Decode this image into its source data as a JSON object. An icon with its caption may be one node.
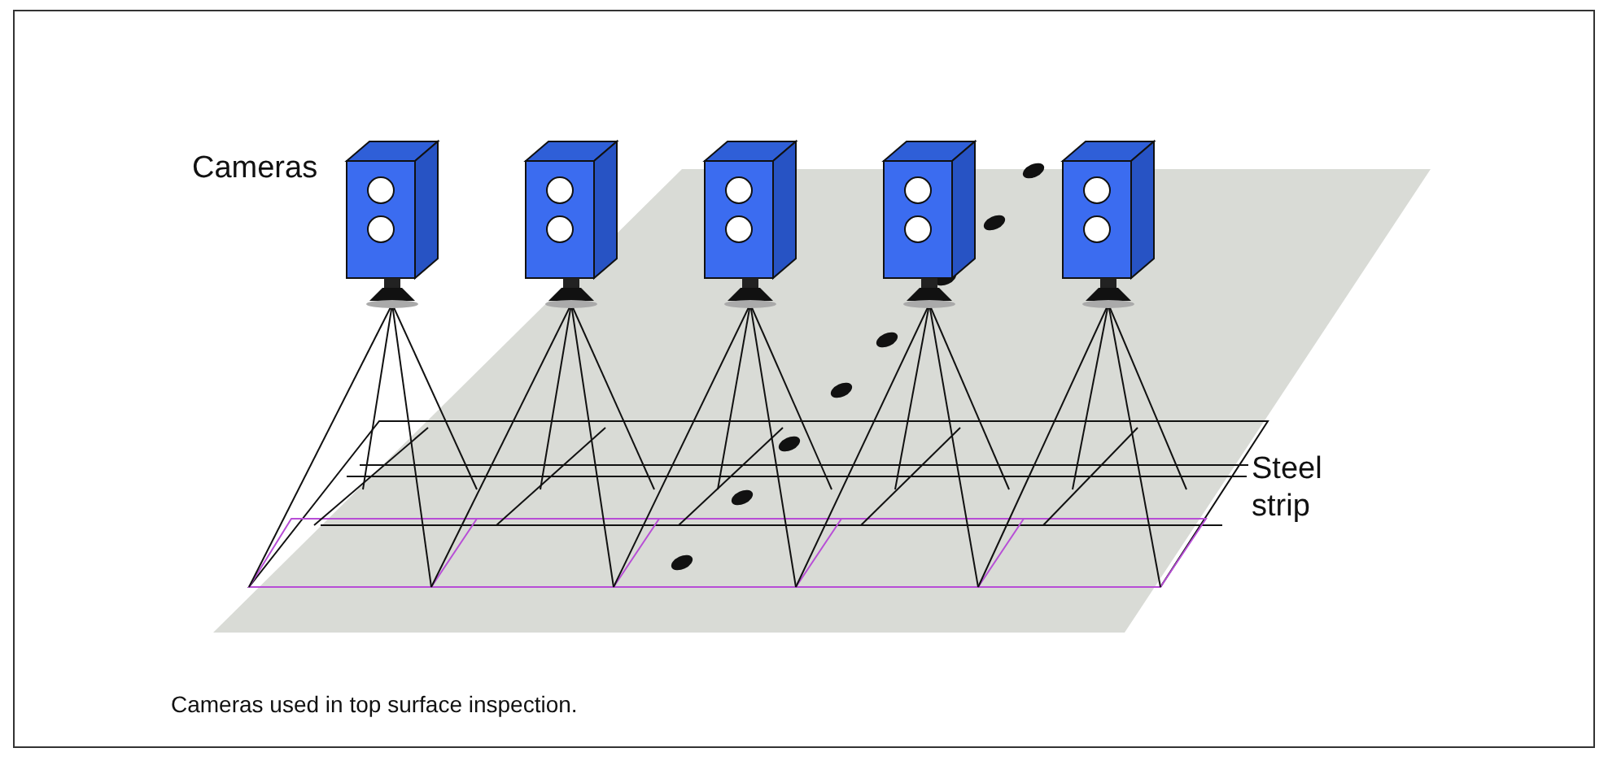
{
  "diagram": {
    "caption": "Cameras used in top surface inspection.",
    "labels": [
      "Cameras",
      "Steel strip"
    ]
  }
}
